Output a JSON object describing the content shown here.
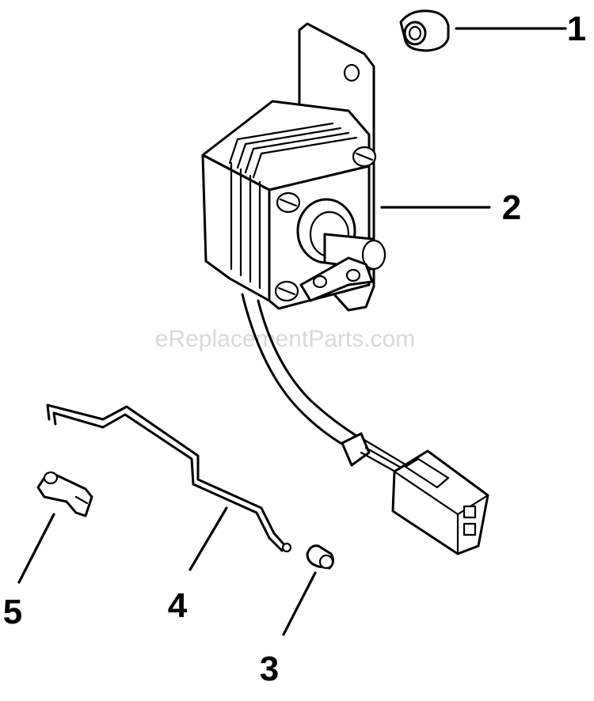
{
  "watermark": "eReplacementParts.com",
  "callouts": [
    {
      "label": "1",
      "part": "spacer"
    },
    {
      "label": "2",
      "part": "solenoid"
    },
    {
      "label": "3",
      "part": "pin"
    },
    {
      "label": "4",
      "part": "link-rod"
    },
    {
      "label": "5",
      "part": "clip"
    }
  ]
}
